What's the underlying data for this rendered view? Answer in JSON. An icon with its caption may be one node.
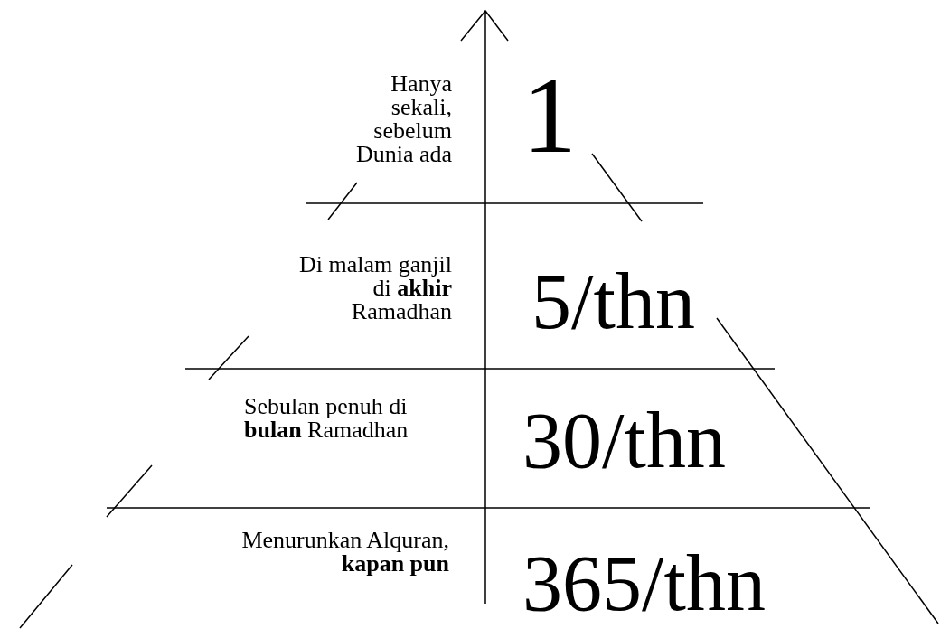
{
  "diagram": {
    "labels": [
      "Hanya sekali, sebelum Dunia ada",
      "1",
      "Di malam ganjil di **akhir** Ramadhan",
      "5/thn",
      "Sebulan penuh di **bulan** Ramadhan",
      "30/thn",
      "Menurunkan Alquran, **kapan pun**",
      "365/thn"
    ]
  }
}
